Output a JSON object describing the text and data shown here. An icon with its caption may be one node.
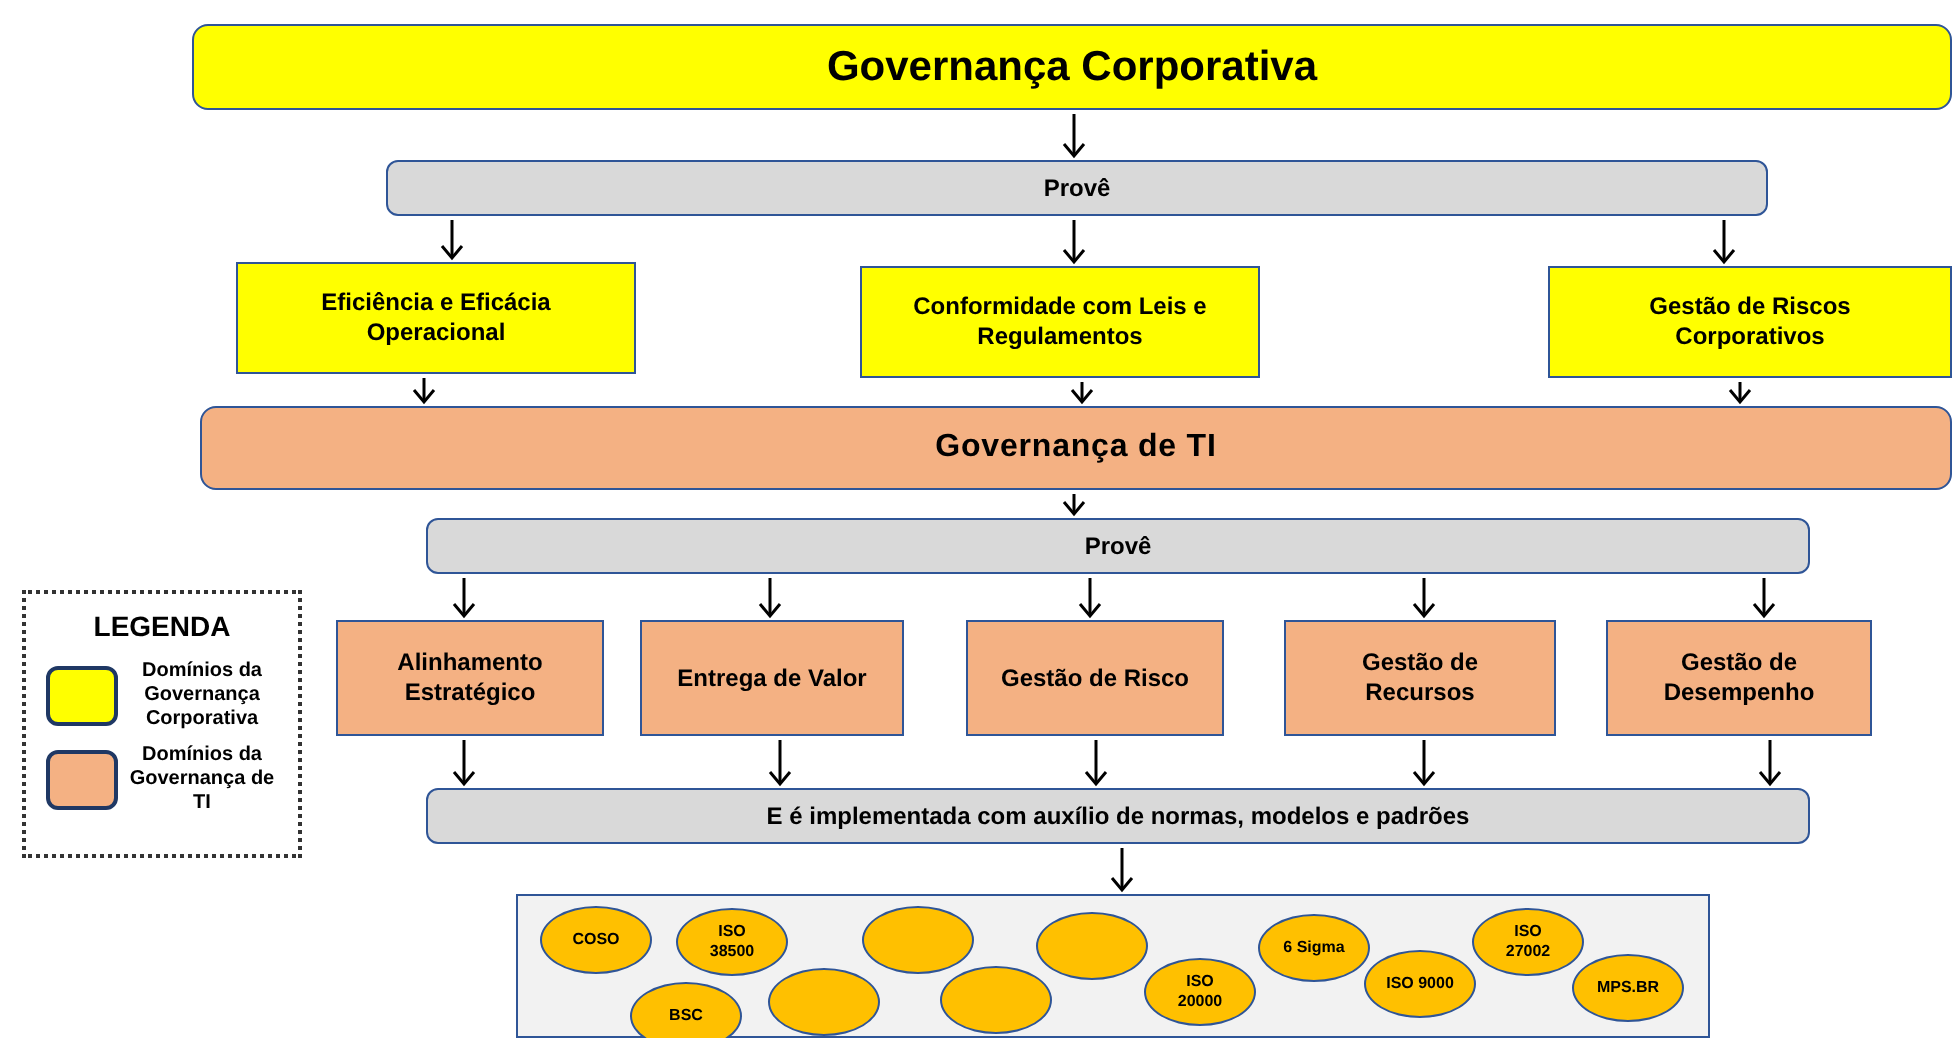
{
  "diagram": {
    "nodes": [
      {
        "text": [
          "Governança Corporativa"
        ]
      },
      {
        "text": [
          "Provê"
        ]
      },
      {
        "text": [
          "Eficiência e Eficácia Operacional"
        ]
      },
      {
        "text": [
          "Conformidade com Leis e Regulamentos"
        ]
      },
      {
        "text": [
          "Gestão de Riscos Corporativos"
        ]
      },
      {
        "text": [
          "Governança de TI"
        ]
      },
      {
        "text": [
          "Provê"
        ]
      },
      {
        "text": [
          "Alinhamento Estratégico"
        ]
      },
      {
        "text": [
          "Entrega de Valor"
        ]
      },
      {
        "text": [
          "Gestão de Risco"
        ]
      },
      {
        "text": [
          "Gestão de Recursos"
        ]
      },
      {
        "text": [
          "Gestão de Desempenho"
        ]
      },
      {
        "text": [
          "E é implementada com auxílio de normas, modelos e padrões"
        ]
      },
      {
        "text": [],
        "shape": "box"
      },
      {
        "text": [
          "COSO"
        ],
        "in": 13
      },
      {
        "text": [
          "BSC"
        ],
        "in": 13
      },
      {
        "text": [
          "ISO 38500"
        ],
        "in": 13
      },
      {
        "text": [],
        "shape": "ellipse",
        "in": 13
      },
      {
        "text": [],
        "shape": "ellipse",
        "in": 13
      },
      {
        "text": [],
        "shape": "ellipse",
        "in": 13
      },
      {
        "text": [],
        "shape": "ellipse",
        "in": 13
      },
      {
        "text": [
          "ISO 20000"
        ],
        "in": 13
      },
      {
        "text": [
          "6 Sigma"
        ],
        "in": 13
      },
      {
        "text": [
          "ISO 9000"
        ],
        "in": 13
      },
      {
        "text": [
          "ISO 27002"
        ],
        "in": 13
      },
      {
        "text": [
          "MPS.BR"
        ],
        "in": 13
      }
    ],
    "edges": [
      {
        "from": 0,
        "to": 1,
        "arrow": "to"
      },
      {
        "from": 1,
        "to": 2,
        "arrow": "to"
      },
      {
        "from": 1,
        "to": 3,
        "arrow": "to"
      },
      {
        "from": 1,
        "to": 4,
        "arrow": "to"
      },
      {
        "from": 2,
        "to": 5,
        "arrow": "to"
      },
      {
        "from": 3,
        "to": 5,
        "arrow": "to"
      },
      {
        "from": 4,
        "to": 5,
        "arrow": "to"
      },
      {
        "from": 5,
        "to": 6,
        "arrow": "to"
      },
      {
        "from": 6,
        "to": 7,
        "arrow": "to"
      },
      {
        "from": 6,
        "to": 8,
        "arrow": "to"
      },
      {
        "from": 6,
        "to": 9,
        "arrow": "to"
      },
      {
        "from": 6,
        "to": 10,
        "arrow": "to"
      },
      {
        "from": 6,
        "to": 11,
        "arrow": "to"
      },
      {
        "from": 7,
        "to": 12,
        "arrow": "to"
      },
      {
        "from": 8,
        "to": 12,
        "arrow": "to"
      },
      {
        "from": 9,
        "to": 12,
        "arrow": "to"
      },
      {
        "from": 10,
        "to": 12,
        "arrow": "to"
      },
      {
        "from": 11,
        "to": 12,
        "arrow": "to"
      },
      {
        "from": 12,
        "to": 13,
        "arrow": "to"
      }
    ],
    "labels": [
      "LEGENDA"
    ],
    "legend": [
      {
        "text": "Domínios da Governança Corporativa",
        "color": "#ffff00"
      },
      {
        "text": "Domínios da Governança de TI",
        "color": "#f4b183"
      }
    ]
  }
}
